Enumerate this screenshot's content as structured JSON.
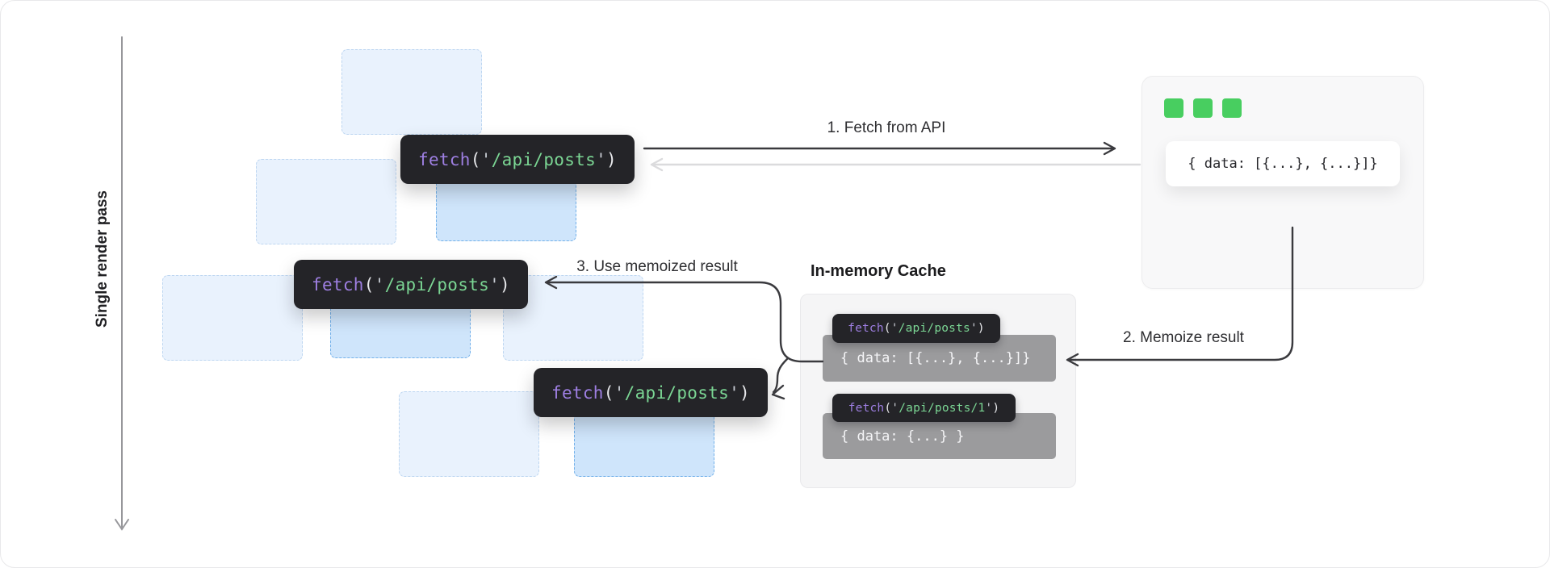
{
  "axis": {
    "label": "Single render pass"
  },
  "labels": {
    "step1": "1. Fetch from API",
    "step2": "2. Memoize result",
    "step3": "3. Use memoized result"
  },
  "code": {
    "fn": "fetch",
    "open_paren": "(",
    "close_paren": ")",
    "quote": "'",
    "posts_path": "/api/posts",
    "post_1_path": "/api/posts/1"
  },
  "server": {
    "response": "{ data: [{...}, {...}]}"
  },
  "cache": {
    "title": "In-memory Cache",
    "entries": [
      {
        "value": "{ data: [{...}, {...}]}"
      },
      {
        "value": "{ data: {...} }"
      }
    ]
  },
  "colors": {
    "code_keyword": "#9e7fe2",
    "code_string": "#7bd694",
    "code_punctuation": "#e8e9ec",
    "code_background": "#242428",
    "server_dot_green": "#48ce60",
    "cache_value_background": "#9b9b9d",
    "component_fill": "#e9f2fd",
    "component_border": "#bdd6f1",
    "component_active_fill": "#cfe5fb",
    "component_active_border": "#73b1ea",
    "arrow_dark": "#3a3a3e",
    "arrow_light": "#dbdbdd"
  }
}
